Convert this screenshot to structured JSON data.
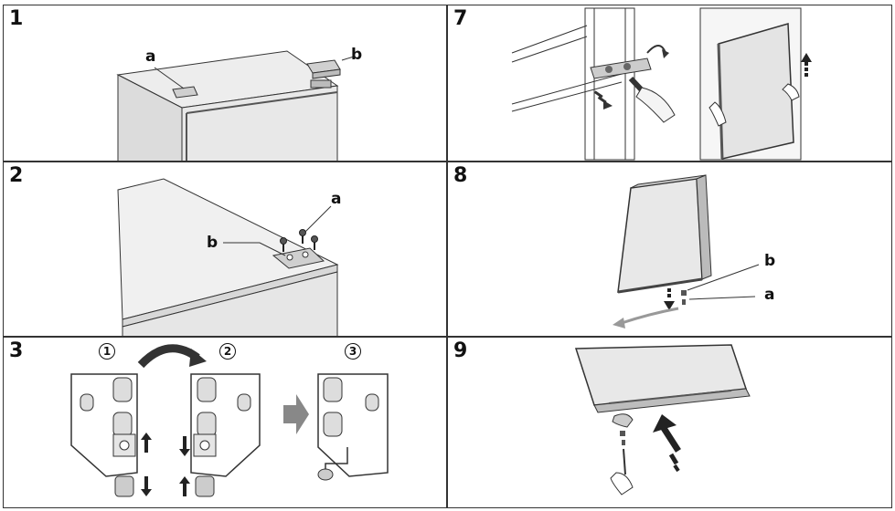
{
  "steps": [
    {
      "number": "1",
      "labels": {
        "a": "a",
        "b": "b"
      }
    },
    {
      "number": "2",
      "labels": {
        "a": "a",
        "b": "b"
      }
    },
    {
      "number": "3",
      "substeps": [
        "1",
        "2",
        "3"
      ]
    },
    {
      "number": "7"
    },
    {
      "number": "8",
      "labels": {
        "a": "a",
        "b": "b"
      }
    },
    {
      "number": "9"
    }
  ],
  "colors": {
    "line": "#333333",
    "fill_light": "#e6e6e6",
    "fill_mid": "#cfcfcf",
    "arrow": "#222222",
    "grey_arrow": "#8a8a8a"
  }
}
